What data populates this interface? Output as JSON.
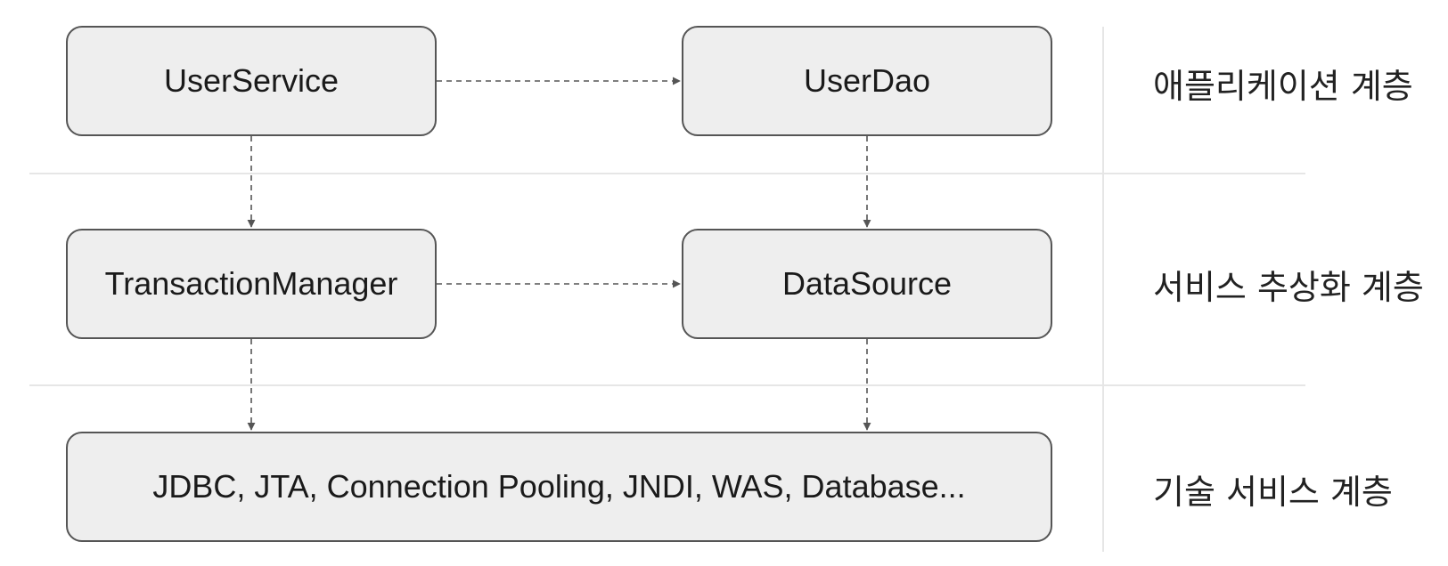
{
  "diagram": {
    "nodes": {
      "user_service": "UserService",
      "user_dao": "UserDao",
      "transaction_manager": "TransactionManager",
      "data_source": "DataSource",
      "technical_services": "JDBC, JTA, Connection Pooling, JNDI, WAS, Database..."
    },
    "layers": {
      "application": "애플리케이션 계층",
      "service_abstraction": "서비스 추상화 계층",
      "technical_service": "기술 서비스 계층"
    },
    "edges": [
      {
        "from": "UserService",
        "to": "UserDao",
        "style": "dashed"
      },
      {
        "from": "UserService",
        "to": "TransactionManager",
        "style": "dashed"
      },
      {
        "from": "UserDao",
        "to": "DataSource",
        "style": "dashed"
      },
      {
        "from": "TransactionManager",
        "to": "DataSource",
        "style": "dashed"
      },
      {
        "from": "TransactionManager",
        "to": "JDBC, JTA, Connection Pooling, JNDI, WAS, Database...",
        "style": "dashed"
      },
      {
        "from": "DataSource",
        "to": "JDBC, JTA, Connection Pooling, JNDI, WAS, Database...",
        "style": "dashed"
      }
    ]
  },
  "colors": {
    "node_fill": "#eeeeee",
    "node_border": "#555555",
    "connector": "#555555",
    "separator": "#e6e6e6",
    "text": "#1a1a1a"
  }
}
